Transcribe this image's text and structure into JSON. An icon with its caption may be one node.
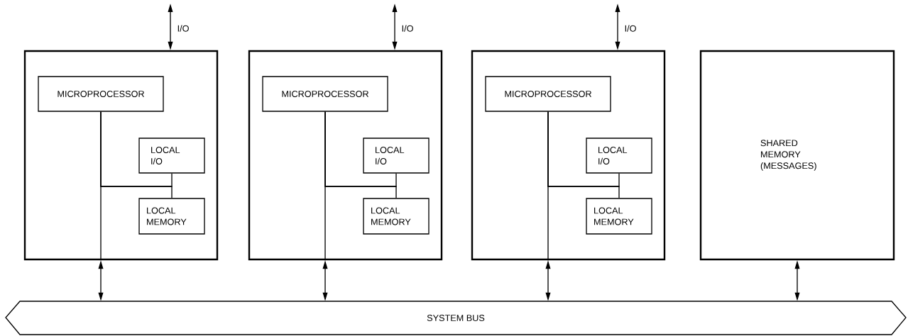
{
  "diagram": {
    "nodes": [
      {
        "text": [],
        "shape": "box"
      },
      {
        "text": [
          "MICROPROCESSOR"
        ],
        "in": 0
      },
      {
        "text": [
          "LOCAL I/O"
        ],
        "in": 0
      },
      {
        "text": [
          "LOCAL MEMORY"
        ],
        "in": 0
      },
      {
        "text": [],
        "shape": "box"
      },
      {
        "text": [
          "MICROPROCESSOR"
        ],
        "in": 4
      },
      {
        "text": [
          "LOCAL I/O"
        ],
        "in": 4
      },
      {
        "text": [
          "LOCAL MEMORY"
        ],
        "in": 4
      },
      {
        "text": [],
        "shape": "box"
      },
      {
        "text": [
          "MICROPROCESSOR"
        ],
        "in": 8
      },
      {
        "text": [
          "LOCAL I/O"
        ],
        "in": 8
      },
      {
        "text": [
          "LOCAL MEMORY"
        ],
        "in": 8
      },
      {
        "text": [
          "SHARED MEMORY (MESSAGES)"
        ]
      },
      {
        "text": [
          "SYSTEM BUS"
        ]
      }
    ],
    "edges": [
      {
        "from": null,
        "to": 0,
        "arrow": "both",
        "label": "I/O"
      },
      {
        "from": 1,
        "to": 2,
        "arrow": "none"
      },
      {
        "from": 1,
        "to": 3,
        "arrow": "none"
      },
      {
        "from": 1,
        "to": 0,
        "arrow": "none"
      },
      {
        "from": 0,
        "to": 13,
        "arrow": "both"
      },
      {
        "from": null,
        "to": 4,
        "arrow": "both",
        "label": "I/O"
      },
      {
        "from": 5,
        "to": 6,
        "arrow": "none"
      },
      {
        "from": 5,
        "to": 7,
        "arrow": "none"
      },
      {
        "from": 5,
        "to": 4,
        "arrow": "none"
      },
      {
        "from": 4,
        "to": 13,
        "arrow": "both"
      },
      {
        "from": null,
        "to": 8,
        "arrow": "both",
        "label": "I/O"
      },
      {
        "from": 9,
        "to": 10,
        "arrow": "none"
      },
      {
        "from": 9,
        "to": 11,
        "arrow": "none"
      },
      {
        "from": 9,
        "to": 8,
        "arrow": "none"
      },
      {
        "from": 8,
        "to": 13,
        "arrow": "both"
      },
      {
        "from": 12,
        "to": 13,
        "arrow": "both"
      }
    ]
  }
}
